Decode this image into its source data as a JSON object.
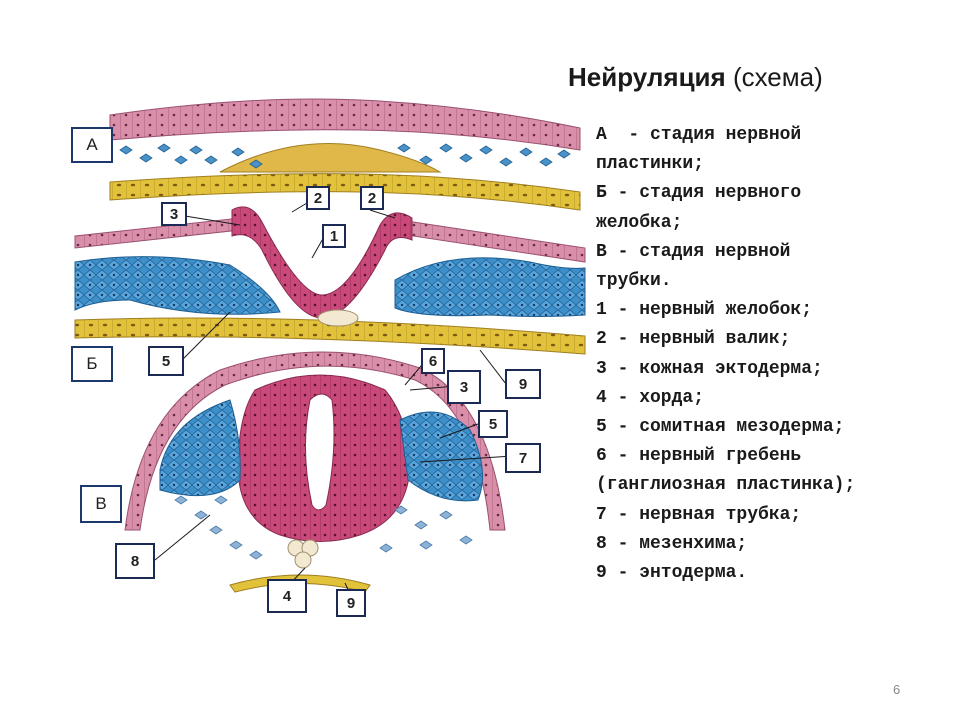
{
  "title": {
    "main": "Нейруляция",
    "sub": "(схема)"
  },
  "legend": [
    "А  - стадия нервной",
    "пластинки;",
    "Б - стадия нервного",
    "желобка;",
    "В - стадия нервной",
    "трубки.",
    "1 - нервный желобок;",
    "2 - нервный валик;",
    "3 - кожная эктодерма;",
    "4 - хорда;",
    "5 - сомитная мезодерма;",
    "6 - нервный гребень",
    "(ганглиозная пластинка);",
    "7 - нервная трубка;",
    "8 - мезенхима;",
    "9 - энтодерма."
  ],
  "stage_labels": {
    "a": "А",
    "b": "Б",
    "v": "В"
  },
  "numbers": {
    "n2a": "2",
    "n2b": "2",
    "n3a": "3",
    "n1": "1",
    "n5a": "5",
    "n6": "6",
    "n3b": "3",
    "n9a": "9",
    "n5b": "5",
    "n7": "7",
    "n8": "8",
    "n4": "4",
    "n9b": "9"
  },
  "colors": {
    "ectoderm": "#d98fa9",
    "neural": "#c94a7a",
    "mesoderm": "#3d8fc9",
    "endoderm": "#e2c23a",
    "mesenchyme": "#8fb3d6"
  },
  "page_number": "6"
}
